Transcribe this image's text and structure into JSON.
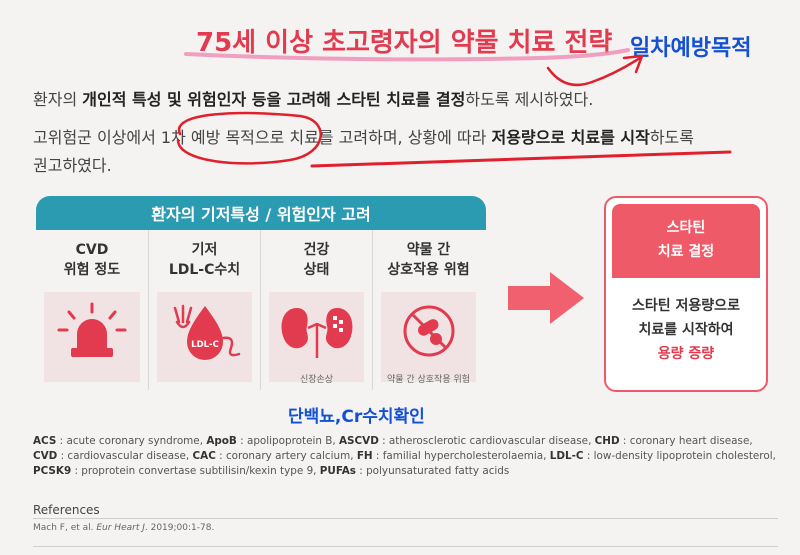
{
  "title": "75세 이상 초고령자의 약물 치료 전략",
  "handwriting": {
    "note_top": "일차예방목적",
    "note_bottom": "단백뇨,Cr수치확인"
  },
  "paragraph1": {
    "t1": "환자의 ",
    "b1": "개인적 특성 및 위험인자 등을 고려해 스타틴 치료를 결정",
    "t2": "하도록 제시하였다."
  },
  "paragraph2": {
    "t1": "고위험군 이상에서 1차 예방 목적으로 치료를 고려하며, 상황에 따라 ",
    "b1": "저용량으로 치료를 시작",
    "t2": "하도록",
    "line2": "권고하였다."
  },
  "factors_panel": {
    "header": "환자의 기저특성 / 위험인자 고려",
    "items": [
      {
        "label": "CVD\n위험 정도",
        "icon": "alarm-siren-icon",
        "caption": ""
      },
      {
        "label": "기저\nLDL-C수치",
        "icon": "ldl-drop-icon",
        "icon_text": "LDL-C",
        "caption": ""
      },
      {
        "label": "건강\n상태",
        "icon": "kidney-icon",
        "caption": "신장손상"
      },
      {
        "label": "약물 간\n상호작용 위험",
        "icon": "no-pills-icon",
        "caption": "약물 간 상호작용 위험"
      }
    ]
  },
  "decision_panel": {
    "top_line1": "스타틴",
    "top_line2": "치료 결정",
    "body_line1": "스타틴 저용량으로",
    "body_line2": "치료를 시작하여",
    "highlight": "용량 증량"
  },
  "abbreviations": [
    [
      [
        "ACS",
        " : acute coronary syndrome, "
      ],
      [
        "ApoB",
        " : apolipoprotein B, "
      ],
      [
        "ASCVD",
        " : atherosclerotic cardiovascular disease, "
      ],
      [
        "CHD",
        " : coronary heart disease,"
      ]
    ],
    [
      [
        "CVD",
        " : cardiovascular disease, "
      ],
      [
        "CAC",
        " : coronary artery calcium, "
      ],
      [
        "FH",
        " : familial hypercholesterolaemia, "
      ],
      [
        "LDL-C",
        " : low-density lipoprotein cholesterol,"
      ]
    ],
    [
      [
        "PCSK9",
        " : proprotein convertase subtilisin/kexin type 9, "
      ],
      [
        "PUFAs",
        " : polyunsaturated fatty acids"
      ]
    ]
  ],
  "references": {
    "title": "References",
    "authors": "Mach F, et al. ",
    "journal": "Eur Heart J",
    "rest": ". 2019;00:1-78."
  },
  "colors": {
    "accent_red": "#e23a4e",
    "teal": "#2b9bb1",
    "pen_blue": "#1450d4",
    "pen_red": "#e0202c"
  }
}
